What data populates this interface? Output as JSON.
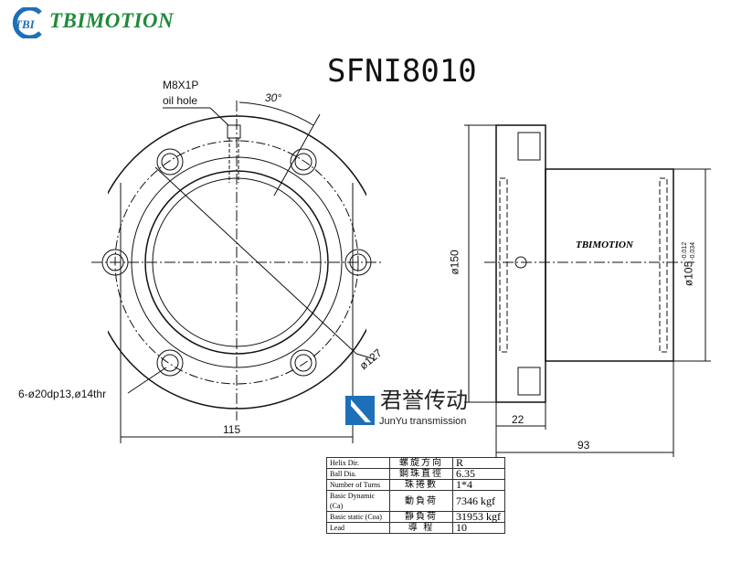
{
  "header": {
    "logo_mark": "TBI",
    "brand": "TBIMOTION",
    "title": "SFNI8010"
  },
  "front_view": {
    "oil_hole_thread": "M8X1P",
    "oil_hole_label": "oil hole",
    "angle": "30°",
    "pcd": "ø127",
    "holes": "6-ø20dp13,ø14thr",
    "width": "115"
  },
  "side_view": {
    "flange_dia": "ø150",
    "body_dia": "ø105",
    "tol_upper": "-0.012",
    "tol_lower": "-0.034",
    "flange_thk": "22",
    "length": "93",
    "body_mark": "TBIMOTION"
  },
  "watermark": {
    "zh": "君誉传动",
    "en": "JunYu transmission"
  },
  "spec_table": {
    "rows": [
      {
        "en": "Helix Dir.",
        "zh": "螺旋方向",
        "value": "R"
      },
      {
        "en": "Ball Dia.",
        "zh": "鋼珠直徑",
        "value": "6.35"
      },
      {
        "en": "Number of Turns",
        "zh": "珠捲數",
        "value": "1*4"
      },
      {
        "en": "Basic Dynamic (Ca)",
        "zh": "動負荷",
        "value": "7346 kgf"
      },
      {
        "en": "Basic static (Coa)",
        "zh": "靜負荷",
        "value": "31953 kgf"
      },
      {
        "en": "Lead",
        "zh": "導 程",
        "value": "10"
      }
    ]
  }
}
